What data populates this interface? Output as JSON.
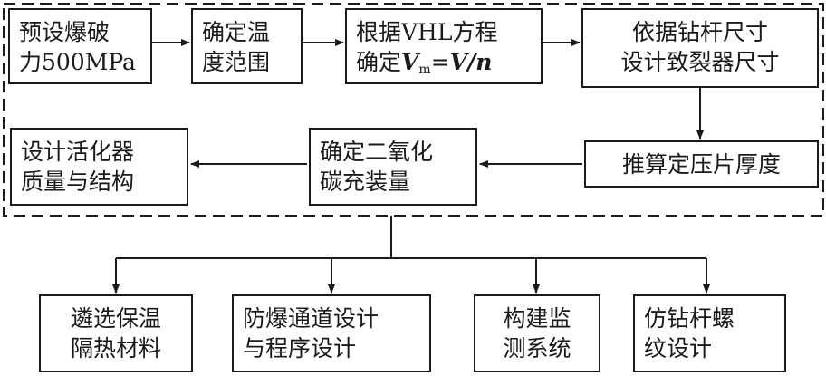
{
  "nodes": {
    "preset_blast": {
      "line1": "预设爆破",
      "line2": "力500MPa"
    },
    "temp_range": {
      "line1": "确定温",
      "line2": "度范围"
    },
    "vhl_equation": {
      "line1": "根据VHL方程",
      "line2_prefix": "确定",
      "v_symbol": "V",
      "m_sub": "m",
      "equals": "=",
      "v_var": "V",
      "slash": "/",
      "n_var": "n"
    },
    "cracker_size": {
      "line1": "依据钻杆尺寸",
      "line2": "设计致裂器尺寸"
    },
    "pressure_disc": {
      "line1": "推算定压片厚度"
    },
    "co2_charge": {
      "line1": "确定二氧化",
      "line2": "碳充装量"
    },
    "activator": {
      "line1": "设计活化器",
      "line2": "质量与结构"
    },
    "insulation": {
      "line1": "遴选保温",
      "line2": "隔热材料"
    },
    "explosion_proof": {
      "line1": "防爆通道设计",
      "line2": "与程序设计"
    },
    "monitoring": {
      "line1": "构建监",
      "line2": "测系统"
    },
    "drill_thread": {
      "line1": "仿钻杆螺",
      "line2": "纹设计"
    }
  },
  "colors": {
    "line": "#1a1a1a",
    "background": "#ffffff"
  }
}
